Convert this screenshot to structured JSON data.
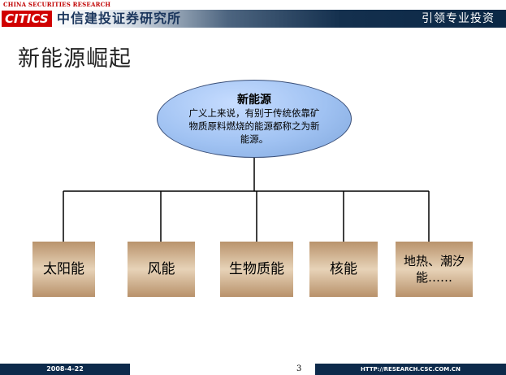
{
  "header": {
    "caption": "CHINA SECURITIES RESEARCH",
    "logo_text": "CITICS",
    "company_name": "中信建投证券研究所",
    "slogan": "引领专业投资",
    "brand_color": "#c00000",
    "bar_color": "#0a2745"
  },
  "slide": {
    "title": "新能源崛起"
  },
  "diagram": {
    "center": {
      "title": "新能源",
      "description": "广义上来说，有别于传统依靠矿物质原料燃烧的能源都称之为新能源。"
    },
    "categories": [
      {
        "label": "太阳能"
      },
      {
        "label": "风能"
      },
      {
        "label": "生物质能"
      },
      {
        "label": "核能"
      },
      {
        "label": "地热、潮汐能……"
      }
    ]
  },
  "footer": {
    "date": "2008-4-22",
    "page_number": "3",
    "url": "HTTP://RESEARCH.CSC.COM.CN"
  }
}
